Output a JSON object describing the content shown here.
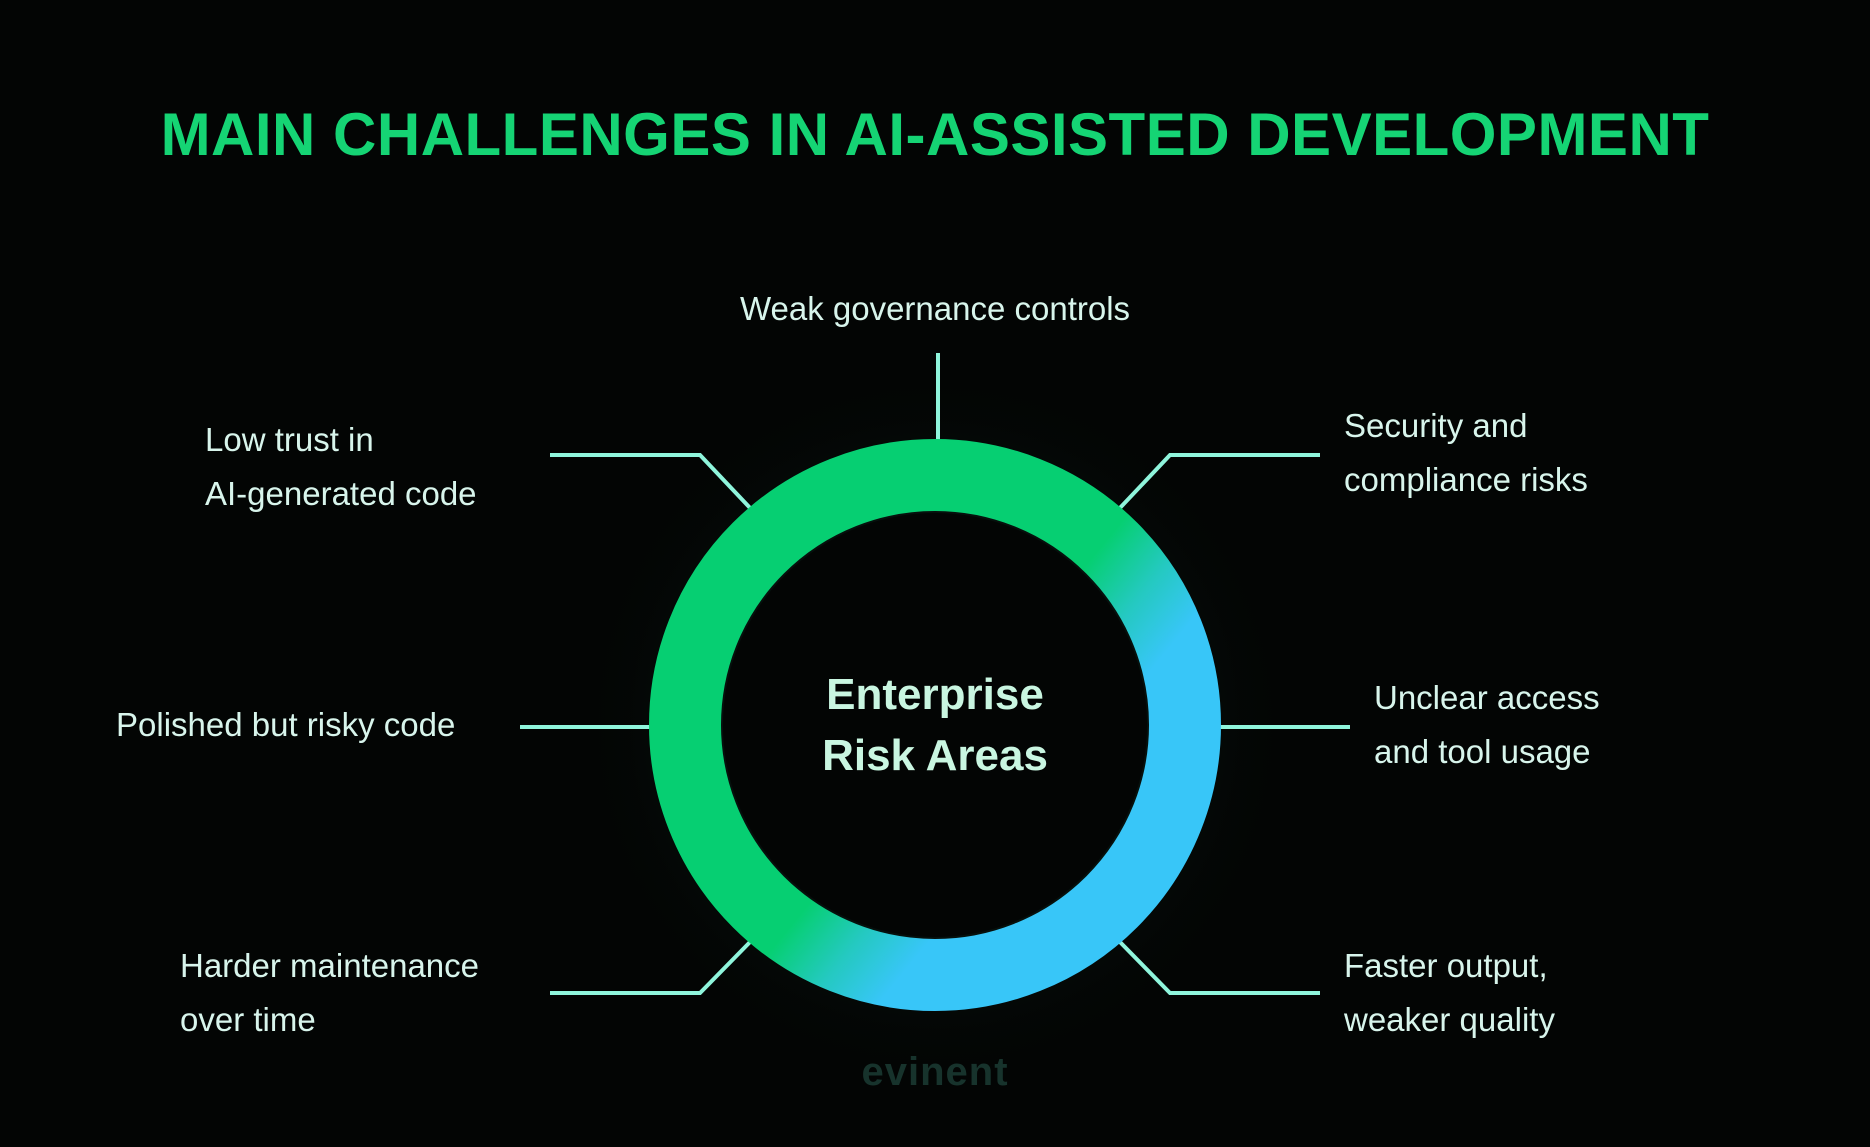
{
  "title": "MAIN CHALLENGES IN AI-ASSISTED DEVELOPMENT",
  "center": {
    "line1": "Enterprise",
    "line2": "Risk Areas"
  },
  "items": [
    {
      "line1": "Weak governance controls",
      "line2": ""
    },
    {
      "line1": "Security and",
      "line2": "compliance risks"
    },
    {
      "line1": "Unclear access",
      "line2": "and tool usage"
    },
    {
      "line1": "Faster output,",
      "line2": "weaker quality"
    },
    {
      "line1": "Harder maintenance",
      "line2": "over time"
    },
    {
      "line1": "Polished but risky code",
      "line2": ""
    },
    {
      "line1": "Low trust in",
      "line2": "AI-generated code"
    }
  ],
  "brand": "evinent",
  "colors": {
    "background": "#030504",
    "title": "#15d474",
    "ring_green": "#06cf72",
    "ring_blue": "#38c6f8",
    "connector": "#8ff5dc",
    "label_text": "#d8f5ec"
  }
}
